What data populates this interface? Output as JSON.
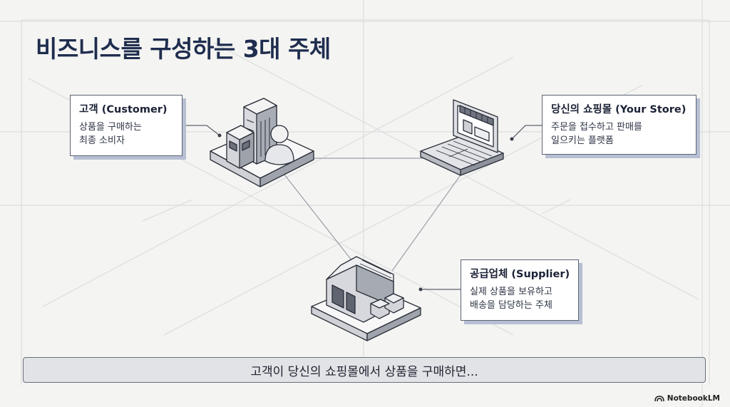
{
  "title": "비즈니스를 구성하는 3대 주체",
  "customer": {
    "title": "고객 (Customer)",
    "lines": [
      "상품을 구매하는",
      "최종 소비자"
    ]
  },
  "store": {
    "title": "당신의 쇼핑몰 (Your Store)",
    "lines": [
      "주문을 접수하고 판매를",
      "일으키는 플랫폼"
    ]
  },
  "supplier": {
    "title": "공급업체 (Supplier)",
    "lines": [
      "실제 상품을 보유하고",
      "배송을 담당하는 주체"
    ]
  },
  "banner": "고객이 당신의 쇼핑몰에서 상품을 구매하면...",
  "brand": "NotebookLM",
  "icons": {
    "customer": "buildings-person-icon",
    "store": "laptop-shop-icon",
    "supplier": "warehouse-icon",
    "brand": "notebooklm-logo-icon"
  },
  "colors": {
    "title": "#1f2d4e",
    "card_shadow": "#b7bfd3",
    "banner_bg": "#e2e3e6",
    "background": "#f4f4f2"
  }
}
